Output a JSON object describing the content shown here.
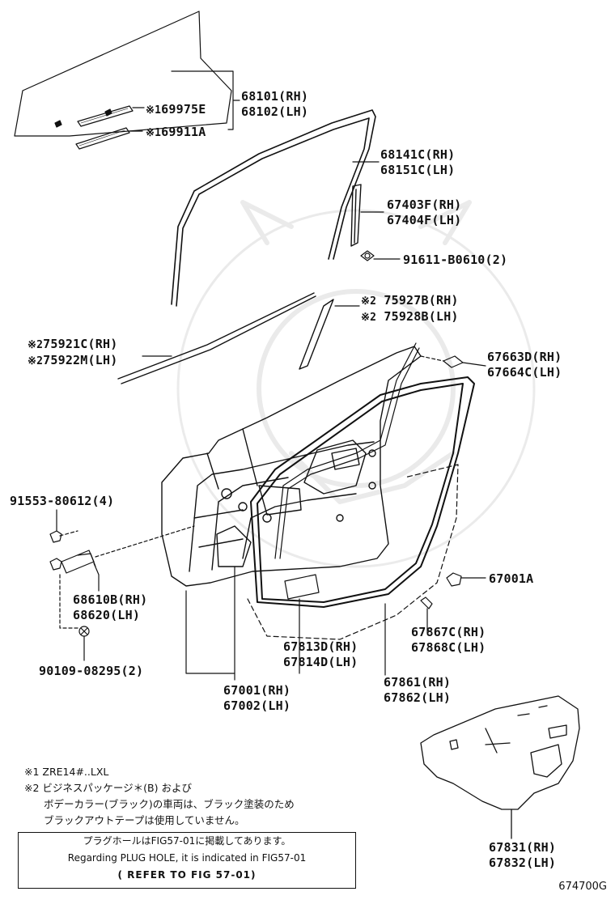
{
  "parts": {
    "glass": {
      "rh": "68101(RH)",
      "lh": "68102(LH)"
    },
    "glass_spacer_e": {
      "mark": "※1",
      "no": "69975E"
    },
    "glass_spacer_a": {
      "mark": "※1",
      "no": "69911A"
    },
    "run_channel": {
      "rh": "68141C(RH)",
      "lh": "68151C(LH)"
    },
    "channel_sub": {
      "rh": "67403F(RH)",
      "lh": "67404F(LH)"
    },
    "bolt_91611": "91611-B0610(2)",
    "moulding_75927": {
      "mark": "※2",
      "rh": "75927B(RH)",
      "lh": "75928B(LH)"
    },
    "moulding_75921": {
      "mark": "※2",
      "rh": "75921C(RH)",
      "lh": "75922M(LH)"
    },
    "cover_67663": {
      "rh": "67663D(RH)",
      "lh": "67664C(LH)"
    },
    "bolt_91553": "91553-80612(4)",
    "check_assy": {
      "rh": "68610B(RH)",
      "lh": "68620(LH)"
    },
    "bolt_90109": "90109-08295(2)",
    "plug_67001a": "67001A",
    "weatherstrip_67867": {
      "rh": "67867C(RH)",
      "lh": "67868C(LH)"
    },
    "cover_67813": {
      "rh": "67813D(RH)",
      "lh": "67814D(LH)"
    },
    "door_panel": {
      "rh": "67001(RH)",
      "lh": "67002(LH)"
    },
    "weatherstrip_67861": {
      "rh": "67861(RH)",
      "lh": "67862(LH)"
    },
    "hole_cover": {
      "rh": "67831(RH)",
      "lh": "67832(LH)"
    }
  },
  "notes": {
    "note1": "※1 ZRE14#..LXL",
    "note2_line1": "※2 ビジネスパッケージ＊(B) および",
    "note2_line2": "ボデーカラー(ブラック)の車両は、ブラック塗装のため",
    "note2_line3": "ブラックアウトテープは使用していません。"
  },
  "plug_note": {
    "line1": "プラグホールはFIG57-01に掲載してあります。",
    "line2": "Regarding PLUG HOLE, it is indicated in FIG57-01",
    "line3": "( REFER TO FIG 57-01)"
  },
  "figure_code": "674700G"
}
